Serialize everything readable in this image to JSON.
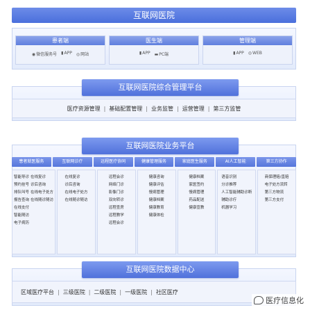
{
  "header": {
    "title": "互联网医院"
  },
  "terminals": [
    {
      "name": "患者端",
      "items": [
        {
          "icon": "wechat-icon",
          "label": "微信服务号"
        },
        {
          "icon": "phone-icon",
          "label": "APP"
        },
        {
          "icon": "globe-icon",
          "label": "网站"
        }
      ]
    },
    {
      "name": "医生端",
      "items": [
        {
          "icon": "phone-icon",
          "label": "APP"
        },
        {
          "icon": "monitor-icon",
          "label": "PC端"
        }
      ]
    },
    {
      "name": "管理端",
      "items": [
        {
          "icon": "phone-icon",
          "label": "APP"
        },
        {
          "icon": "globe-icon",
          "label": "WEB"
        }
      ]
    }
  ],
  "management_platform": {
    "title": "互联网医院综合管理平台",
    "items": [
      "医疗资源管理",
      "基础配置管理",
      "业务监管",
      "运营管理",
      "第三方监管"
    ]
  },
  "business_platform": {
    "title": "互联网医院业务平台",
    "columns": [
      {
        "header": "患者就医服务",
        "subcolumns": [
          [
            "智能导诊",
            "预约挂号",
            "排队叫号",
            "报告查询",
            "在线支付",
            "智能随访",
            "电子病历"
          ],
          [
            "在线复诊",
            "诊后咨询",
            "在线电子处方",
            "在线随诊随访"
          ]
        ]
      },
      {
        "header": "互联网诊疗",
        "subcolumns": [
          [
            "在线复诊",
            "诊后咨询",
            "在线电子处方",
            "在线随诊随访"
          ]
        ]
      },
      {
        "header": "远程医疗协同",
        "subcolumns": [
          [
            "远程会诊",
            "网络门诊",
            "影像门诊",
            "双向转诊",
            "远程查房",
            "远程教学",
            "远程会诊"
          ]
        ]
      },
      {
        "header": "健康管理服务",
        "subcolumns": [
          [
            "健康咨询",
            "健康评估",
            "慢病管理",
            "健康档案",
            "健康教育",
            "健康体检"
          ]
        ]
      },
      {
        "header": "家庭医生服务",
        "subcolumns": [
          [
            "健康档案",
            "家医签约",
            "慢病管理",
            "药品配送",
            "健康宣教"
          ]
        ]
      },
      {
        "header": "AI人工智能",
        "subcolumns": [
          [
            "语音识别",
            "分诊推荐",
            "人工智能辅助诊断",
            "辅助诊疗",
            "机器学习"
          ]
        ]
      },
      {
        "header": "第三方协作",
        "subcolumns": [
          [
            "商保理赔/直赔",
            "电子处方流转",
            "第三方物流",
            "第三方支付"
          ]
        ]
      }
    ]
  },
  "data_center": {
    "title": "互联网医院数据中心",
    "items": [
      "区域医疗平台",
      "三级医院",
      "二级医院",
      "一级医院",
      "社区医疗"
    ]
  },
  "watermark": {
    "text": "医疗信息化"
  }
}
